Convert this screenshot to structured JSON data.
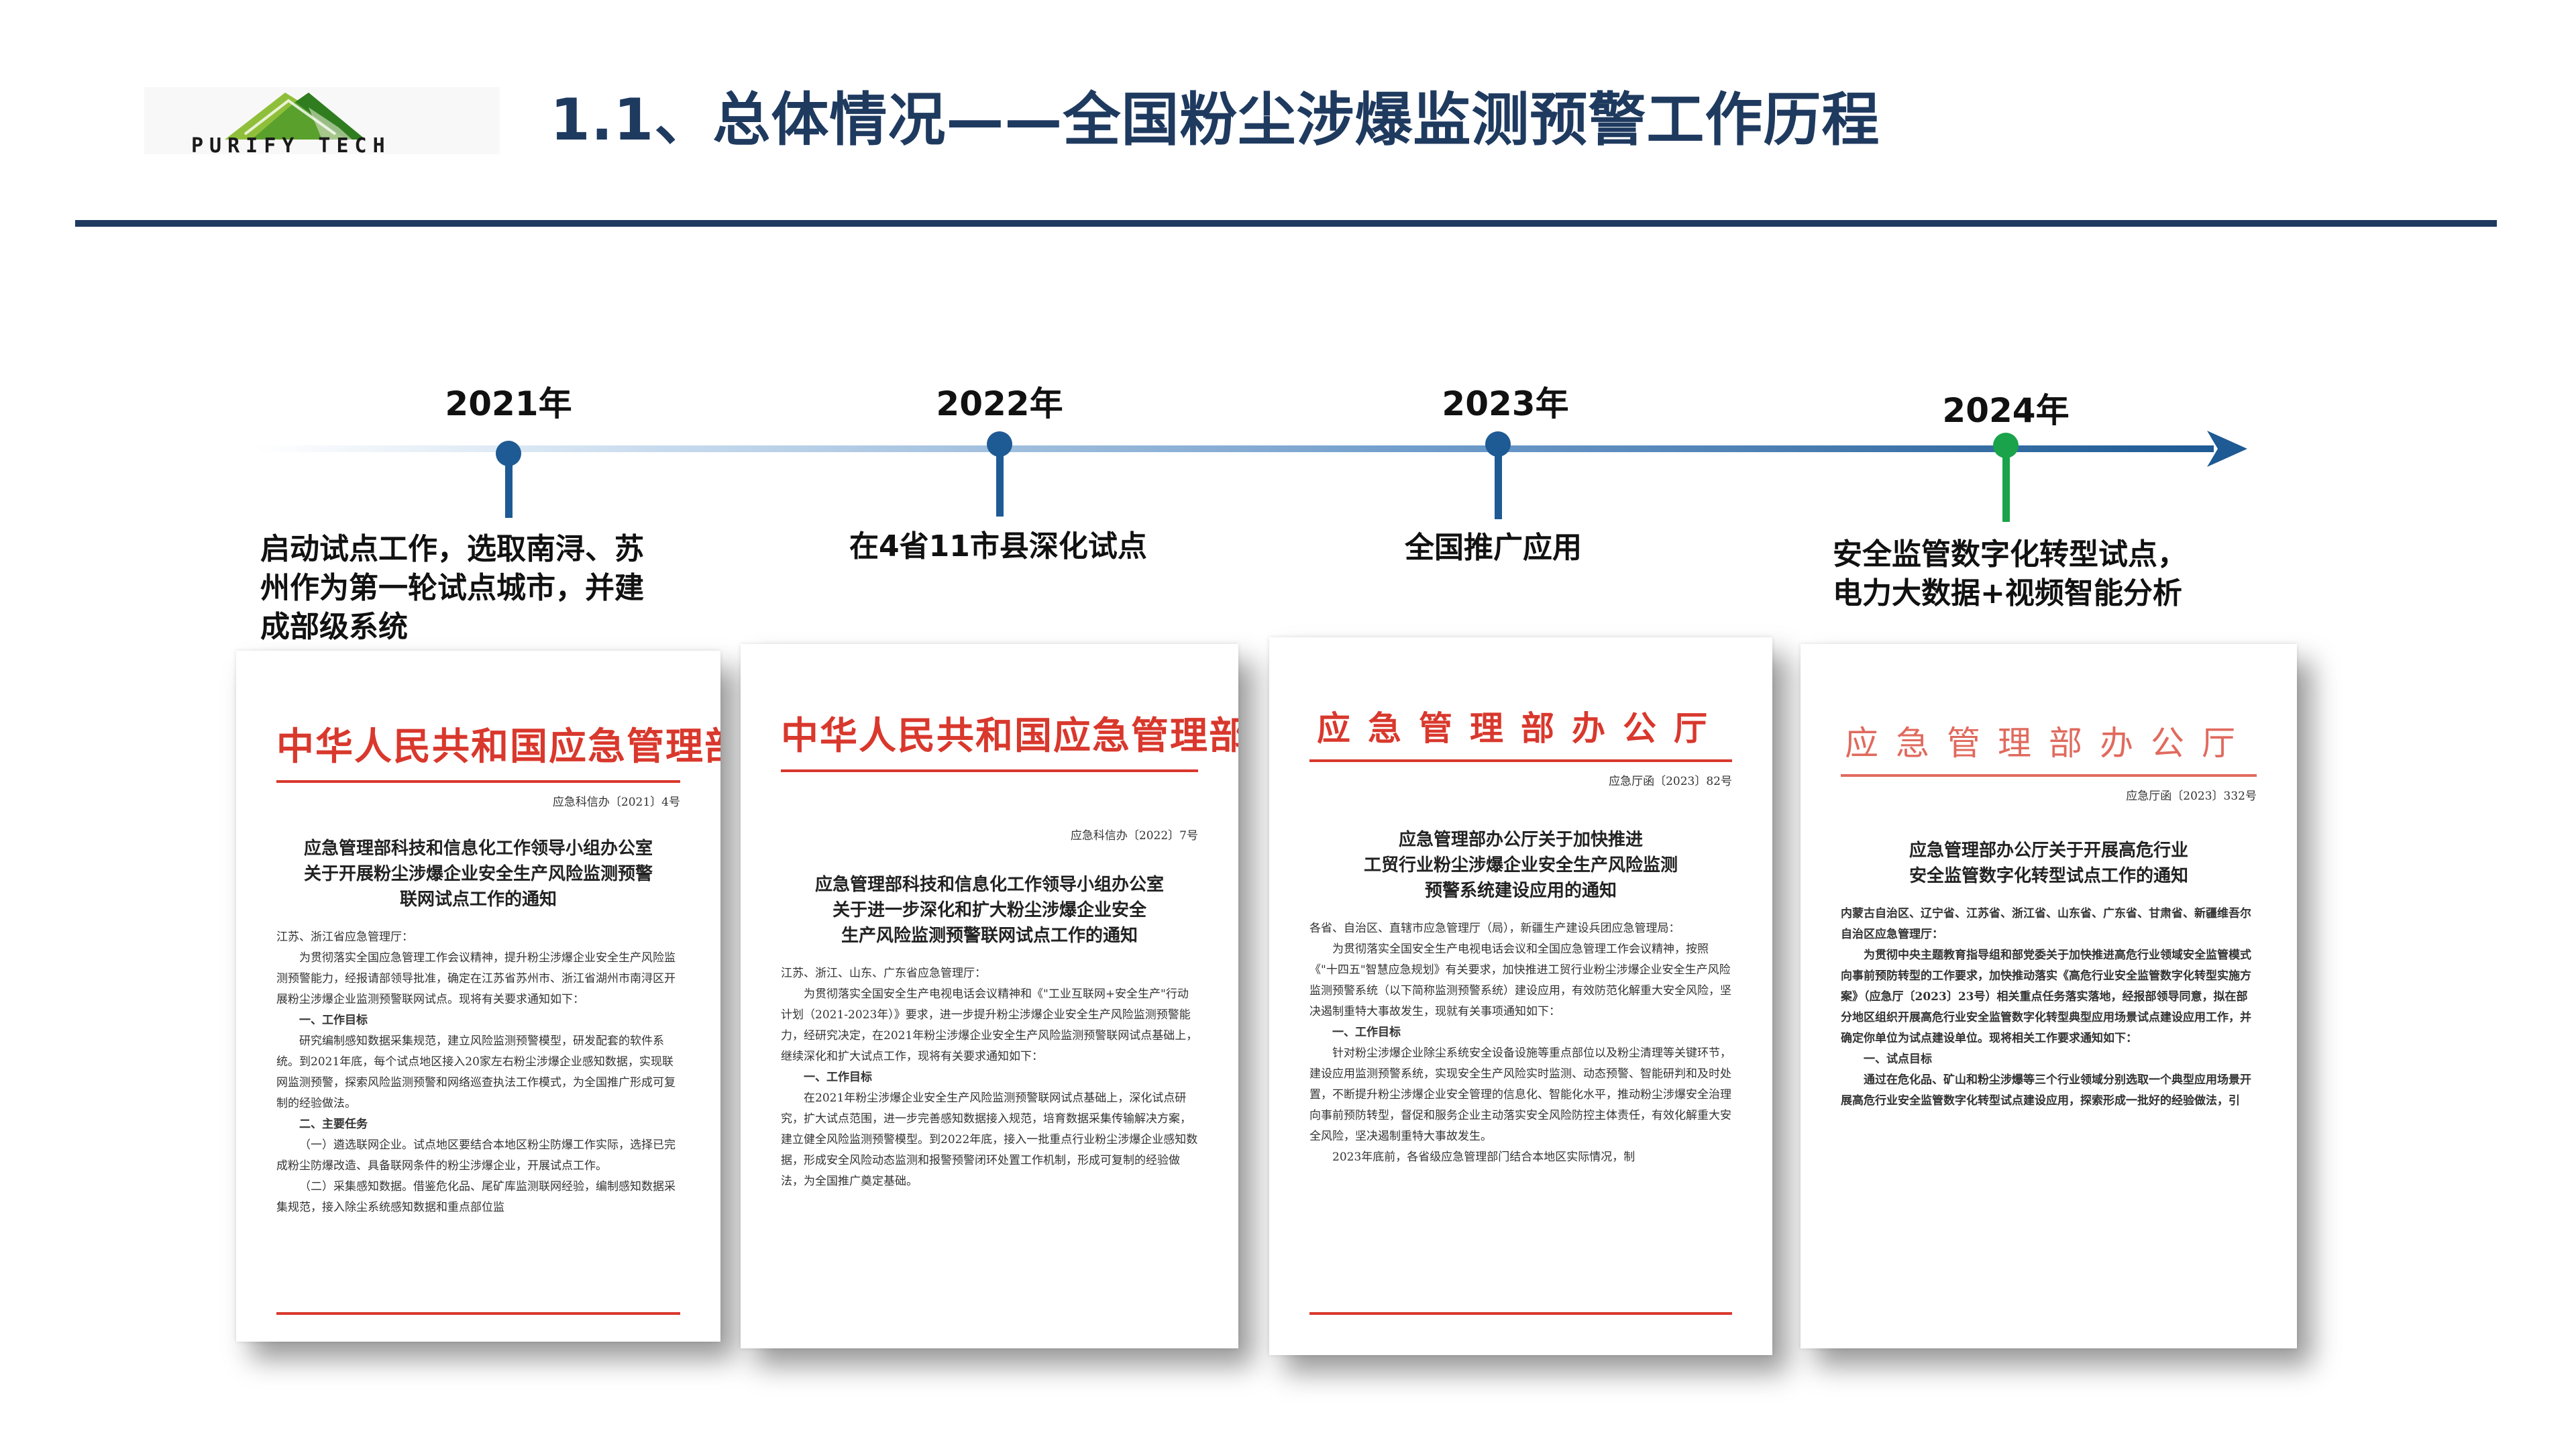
{
  "header": {
    "logo_text": "PURIFY TECH",
    "title": "1.1、总体情况——全国粉尘涉爆监测预警工作历程"
  },
  "colors": {
    "title": "#1f3a5f",
    "timeline_dark": "#1e5a94",
    "timeline_light": "#d8e6f2",
    "highlight": "#1aa34a",
    "doc_red": "#d9382d"
  },
  "timeline": [
    {
      "year": "2021年",
      "desc_lines": [
        "启动试点工作，选取南浔、苏",
        "州作为第一轮试点城市，并建",
        "成部级系统"
      ],
      "highlight": false
    },
    {
      "year": "2022年",
      "desc_lines": [
        "在4省11市县深化试点"
      ],
      "highlight": false
    },
    {
      "year": "2023年",
      "desc_lines": [
        "全国推广应用"
      ],
      "highlight": false
    },
    {
      "year": "2024年",
      "desc_lines": [
        "安全监管数字化转型试点，",
        "电力大数据+视频智能分析"
      ],
      "highlight": true
    }
  ],
  "documents": [
    {
      "header": "中华人民共和国应急管理部",
      "number": "应急科信办〔2021〕4号",
      "title_lines": [
        "应急管理部科技和信息化工作领导小组办公室",
        "关于开展粉尘涉爆企业安全生产风险监测预警",
        "联网试点工作的通知"
      ],
      "body": [
        {
          "type": "plain",
          "text": "江苏、浙江省应急管理厅："
        },
        {
          "type": "indent",
          "text": "为贯彻落实全国应急管理工作会议精神，提升粉尘涉爆企业安全生产风险监测预警能力，经报请部领导批准，确定在江苏省苏州市、浙江省湖州市南浔区开展粉尘涉爆企业监测预警联网试点。现将有关要求通知如下："
        },
        {
          "type": "sect",
          "text": "一、工作目标"
        },
        {
          "type": "indent",
          "text": "研究编制感知数据采集规范，建立风险监测预警模型，研发配套的软件系统。到2021年底，每个试点地区接入20家左右粉尘涉爆企业感知数据，实现联网监测预警，探索风险监测预警和网络巡查执法工作模式，为全国推广形成可复制的经验做法。"
        },
        {
          "type": "sect",
          "text": "二、主要任务"
        },
        {
          "type": "indent",
          "text": "（一）遴选联网企业。试点地区要结合本地区粉尘防爆工作实际，选择已完成粉尘防爆改造、具备联网条件的粉尘涉爆企业，开展试点工作。"
        },
        {
          "type": "indent",
          "text": "（二）采集感知数据。借鉴危化品、尾矿库监测联网经验，编制感知数据采集规范，接入除尘系统感知数据和重点部位监"
        }
      ]
    },
    {
      "header": "中华人民共和国应急管理部",
      "number": "应急科信办〔2022〕7号",
      "title_lines": [
        "应急管理部科技和信息化工作领导小组办公室",
        "关于进一步深化和扩大粉尘涉爆企业安全",
        "生产风险监测预警联网试点工作的通知"
      ],
      "body": [
        {
          "type": "plain",
          "text": "江苏、浙江、山东、广东省应急管理厅："
        },
        {
          "type": "indent",
          "text": "为贯彻落实全国安全生产电视电话会议精神和《\"工业互联网+安全生产\"行动计划（2021-2023年）》要求，进一步提升粉尘涉爆企业安全生产风险监测预警能力，经研究决定，在2021年粉尘涉爆企业安全生产风险监测预警联网试点基础上，继续深化和扩大试点工作，现将有关要求通知如下："
        },
        {
          "type": "sect",
          "text": "一、工作目标"
        },
        {
          "type": "indent",
          "text": "在2021年粉尘涉爆企业安全生产风险监测预警联网试点基础上，深化试点研究，扩大试点范围，进一步完善感知数据接入规范，培育数据采集传输解决方案，建立健全风险监测预警模型。到2022年底，接入一批重点行业粉尘涉爆企业感知数据，形成安全风险动态监测和报警预警闭环处置工作机制，形成可复制的经验做法，为全国推广奠定基础。"
        }
      ]
    },
    {
      "header": "应急管理部办公厅",
      "number": "应急厅函〔2023〕82号",
      "title_lines": [
        "应急管理部办公厅关于加快推进",
        "工贸行业粉尘涉爆企业安全生产风险监测",
        "预警系统建设应用的通知"
      ],
      "body": [
        {
          "type": "plain",
          "text": "各省、自治区、直辖市应急管理厅（局），新疆生产建设兵团应急管理局："
        },
        {
          "type": "indent",
          "text": "为贯彻落实全国安全生产电视电话会议和全国应急管理工作会议精神，按照《\"十四五\"智慧应急规划》有关要求，加快推进工贸行业粉尘涉爆企业安全生产风险监测预警系统（以下简称监测预警系统）建设应用，有效防范化解重大安全风险，坚决遏制重特大事故发生，现就有关事项通知如下："
        },
        {
          "type": "sect",
          "text": "一、工作目标"
        },
        {
          "type": "indent",
          "text": "针对粉尘涉爆企业除尘系统安全设备设施等重点部位以及粉尘清理等关键环节，建设应用监测预警系统，实现安全生产风险实时监测、动态预警、智能研判和及时处置，不断提升粉尘涉爆企业安全管理的信息化、智能化水平，推动粉尘涉爆安全治理向事前预防转型，督促和服务企业主动落实安全风险防控主体责任，有效化解重大安全风险，坚决遏制重特大事故发生。"
        },
        {
          "type": "indent",
          "text": "2023年底前，各省级应急管理部门结合本地区实际情况，制"
        }
      ]
    },
    {
      "header": "应急管理部办公厅",
      "number": "应急厅函〔2023〕332号",
      "title_lines": [
        "应急管理部办公厅关于开展高危行业",
        "安全监管数字化转型试点工作的通知"
      ],
      "body": [
        {
          "type": "plain",
          "text": "内蒙古自治区、辽宁省、江苏省、浙江省、山东省、广东省、甘肃省、新疆维吾尔自治区应急管理厅："
        },
        {
          "type": "indent",
          "text": "为贯彻中央主题教育指导组和部党委关于加快推进高危行业领域安全监管模式向事前预防转型的工作要求，加快推动落实《高危行业安全监管数字化转型实施方案》（应急厅〔2023〕23号）相关重点任务落实落地，经报部领导同意，拟在部分地区组织开展高危行业安全监管数字化转型典型应用场景试点建设应用工作，并确定你单位为试点建设单位。现将相关工作要求通知如下："
        },
        {
          "type": "sect",
          "text": "一、试点目标"
        },
        {
          "type": "indent",
          "text": "通过在危化品、矿山和粉尘涉爆等三个行业领域分别选取一个典型应用场景开展高危行业安全监管数字化转型试点建设应用，探索形成一批好的经验做法，引"
        }
      ]
    }
  ]
}
